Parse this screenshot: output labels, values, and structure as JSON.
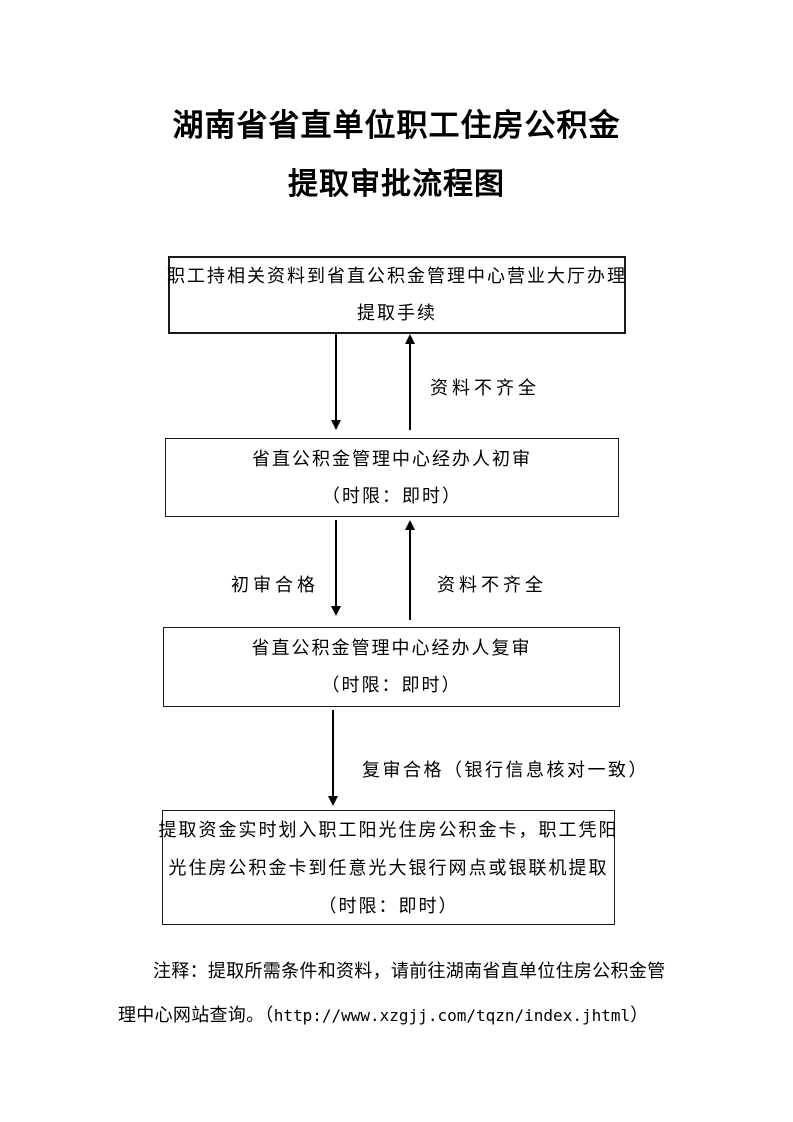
{
  "title": {
    "line1": "湖南省省直单位职工住房公积金",
    "line2": "提取审批流程图"
  },
  "flow": {
    "step1": {
      "line1": "职工持相关资料到省直公积金管理中心营业大厅办理",
      "line2": "提取手续"
    },
    "step2": {
      "line1": "省直公积金管理中心经办人初审",
      "line2": "（时限：即时）"
    },
    "step3": {
      "line1": "省直公积金管理中心经办人复审",
      "line2": "（时限：即时）"
    },
    "step4": {
      "line1": "提取资金实时划入职工阳光住房公积金卡，职工凭阳",
      "line2": "光住房公积金卡到任意光大银行网点或银联机提取",
      "line3": "（时限：即时）"
    },
    "labels": {
      "materials_incomplete_1": "资料不齐全",
      "initial_pass": "初审合格",
      "materials_incomplete_2": "资料不齐全",
      "review_pass": "复审合格（银行信息核对一致）"
    }
  },
  "footer": {
    "line1": "注释：提取所需条件和资料，请前往湖南省直单位住房公积金管",
    "line2_prefix": "理中心网站查询。（",
    "url": "http://www.xzgjj.com/tqzn/index.jhtml",
    "line2_suffix": "）"
  },
  "colors": {
    "text": "#000000",
    "box_border": "#1a1a1a",
    "background": "#ffffff"
  }
}
